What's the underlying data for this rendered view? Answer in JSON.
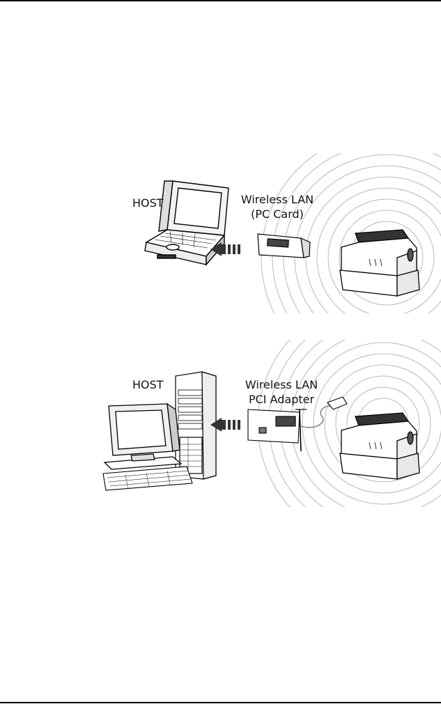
{
  "figure1": {
    "host_label": "HOST",
    "device_label_line1": "Wireless LAN",
    "device_label_line2": "(PC Card)"
  },
  "figure2": {
    "host_label": "HOST",
    "device_label_line1": "Wireless LAN",
    "device_label_line2": "PCI Adapter"
  },
  "colors": {
    "line": "#000000",
    "arc": "#b8b8b8",
    "fill": "#ffffff",
    "shade": "#555555"
  }
}
